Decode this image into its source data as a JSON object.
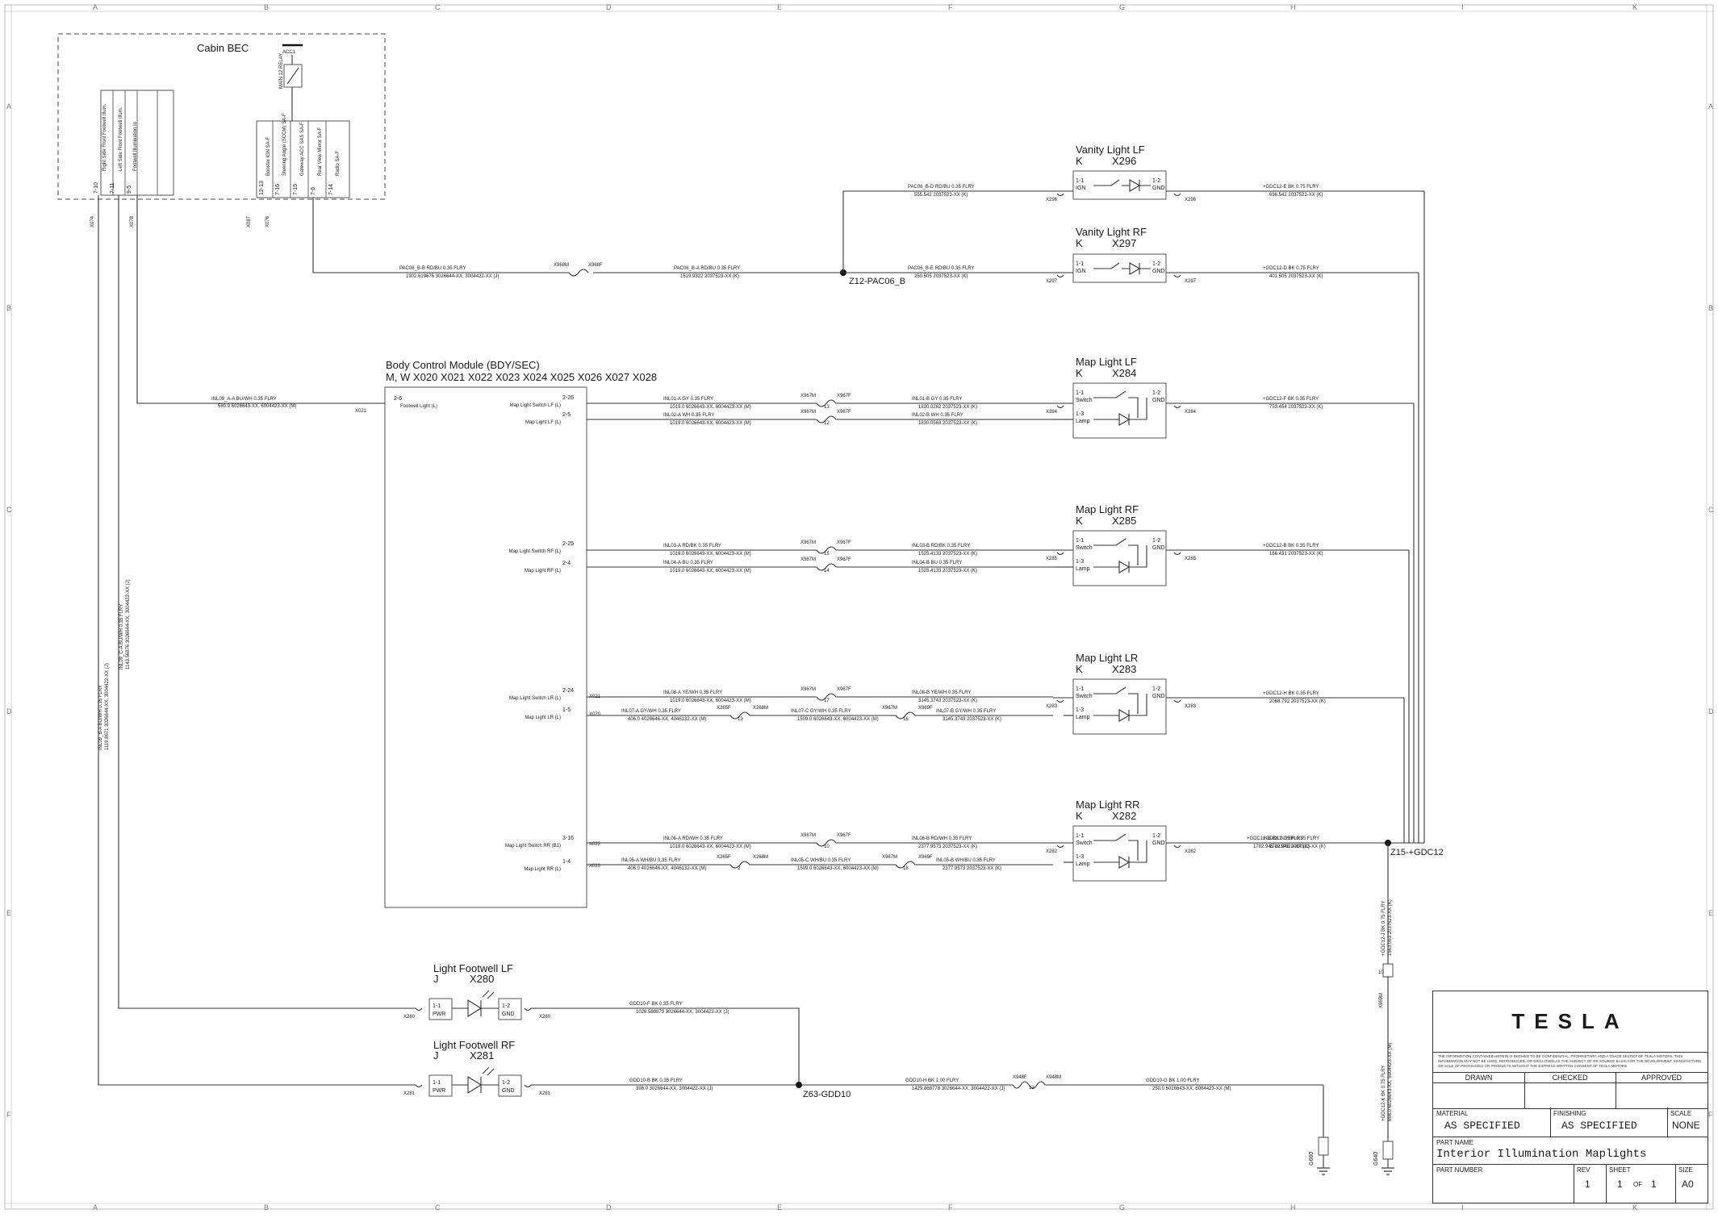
{
  "grid": {
    "columns": [
      "A",
      "B",
      "C",
      "D",
      "E",
      "F",
      "G",
      "H",
      "I",
      "K"
    ],
    "rows": [
      "A",
      "B",
      "C",
      "D",
      "E",
      "F"
    ]
  },
  "cabin_bec": {
    "title": "Cabin BEC",
    "acc_label": "ACC1",
    "relay_label": "MAIN 12 RELAY",
    "pins_left": [
      {
        "pin": "7-10",
        "name": "Right Side Front Footwell Illum."
      },
      {
        "pin": "7-11",
        "name": "Left Side Front Footwell Illum."
      },
      {
        "pin": "9-5",
        "name": "Footwell Illumination In"
      }
    ],
    "pins_right": [
      {
        "pin": "12-13",
        "name": "Booster IGN SA-F"
      },
      {
        "pin": "7-16",
        "name": "Steering Angle (SCCM) SA-F"
      },
      {
        "pin": "7-15",
        "name": "Gateway ACC SAS SA-F"
      },
      {
        "pin": "7-6",
        "name": "Rear View Mirror SA-F"
      },
      {
        "pin": "7-14",
        "name": "Radio SA-F"
      }
    ],
    "conn_left": "X074",
    "conn_mid": "X078",
    "conn_right1": "X087",
    "conn_right2": "X076"
  },
  "bcm": {
    "title": "Body Control Module (BDY/SEC)",
    "subtitle": "M, W    X020   X021   X022   X023   X024   X025   X026   X027   X028",
    "left_pin": "2-6",
    "left_pin_name": "Footwell Light (L)",
    "left_conn": "X021",
    "pins": [
      {
        "pin": "2-26",
        "name": "Map Light Switch LF (L)"
      },
      {
        "pin": "2-5",
        "name": "Map Light LF (L)"
      },
      {
        "pin": "2-25",
        "name": "Map Light Switch RF (L)"
      },
      {
        "pin": "2-4",
        "name": "Map Light RF (L)"
      },
      {
        "pin": "2-24",
        "name": "Map Light Switch LR (L)"
      },
      {
        "pin": "1-5",
        "name": "Map Light LR (L)"
      },
      {
        "pin": "3-16",
        "name": "Map Light Switch RR (B1)"
      },
      {
        "pin": "1-4",
        "name": "Map Light RR (L)"
      }
    ],
    "conn_labels": [
      "X021",
      "X020",
      "X022",
      "X020"
    ]
  },
  "components": [
    {
      "title": "Vanity Light LF",
      "code": "K",
      "conn": "X296",
      "p1": "1-1",
      "p1n": "IGN",
      "p2": "1-2",
      "p2n": "GND"
    },
    {
      "title": "Vanity Light RF",
      "code": "K",
      "conn": "X297",
      "p1": "1-1",
      "p1n": "IGN",
      "p2": "1-2",
      "p2n": "GND"
    },
    {
      "title": "Map Light LF",
      "code": "K",
      "conn": "X284",
      "p1": "1-1",
      "p1n": "Switch",
      "p3": "1-3",
      "p3n": "Lamp",
      "p2": "1-2",
      "p2n": "GND"
    },
    {
      "title": "Map Light RF",
      "code": "K",
      "conn": "X285",
      "p1": "1-1",
      "p1n": "Switch",
      "p3": "1-3",
      "p3n": "Lamp",
      "p2": "1-2",
      "p2n": "GND"
    },
    {
      "title": "Map Light LR",
      "code": "K",
      "conn": "X283",
      "p1": "1-1",
      "p1n": "Switch",
      "p3": "1-3",
      "p3n": "Lamp",
      "p2": "1-2",
      "p2n": "GND"
    },
    {
      "title": "Map Light RR",
      "code": "K",
      "conn": "X282",
      "p1": "1-1",
      "p1n": "Switch",
      "p3": "1-3",
      "p3n": "Lamp",
      "p2": "1-2",
      "p2n": "GND"
    }
  ],
  "footwell": [
    {
      "title": "Light Footwell LF",
      "code": "J",
      "conn": "X280",
      "p1": "1-1",
      "p1n": "PWR",
      "p2": "1-2",
      "p2n": "GND"
    },
    {
      "title": "Light Footwell RF",
      "code": "J",
      "conn": "X281",
      "p1": "1-1",
      "p1n": "PWR",
      "p2": "1-2",
      "p2n": "GND"
    }
  ],
  "splices": {
    "z12": "Z12-PAC06_B",
    "z15": "Z15-+GDC12",
    "z63": "Z63-GDD10"
  },
  "grounds": {
    "g660": "G660",
    "g640": "G640"
  },
  "wires": {
    "pac_b": [
      "PAC06_B-B  RD/BU  0.35  FLRY",
      "1902.619676  3026644-XX, 3004422-XX (J)"
    ],
    "pac_a": [
      "PAC06_B-A  RD/BU  0.35  FLRY",
      "1519.9322  2037523-XX (K)"
    ],
    "pac_d": [
      "PAC06_B-D  RD/BU  0.35  FLRY",
      "555.542  2037523-XX (K)"
    ],
    "pac_e": [
      "PAC06_B-E  RD/BU  0.35  FLRY",
      "250.505  2037523-XX (K)"
    ],
    "x968m": "X968M",
    "x968f": "X968F",
    "gdc_e": [
      "+GDC12-E  BK  0.75  FLRY",
      "696.542  2037523-XX (K)"
    ],
    "gdc_d": [
      "+GDC12-D  BK  0.75  FLRY",
      "401.505  2037523-XX (K)"
    ],
    "gdc_f": [
      "+GDC12-F  BK  0.35  FLRY",
      "753.454  2037523-XX (K)"
    ],
    "gdc_b": [
      "+GDC12-B  BK  0.35  FLRY",
      "166.431  2037523-XX (K)"
    ],
    "gdc_h": [
      "+GDC12-H  BK  0.35  FLRY",
      "2068.792  2037523-XX (K)"
    ],
    "gdc_g": [
      "+GDC12-G  BK  0.35  FLRY",
      "1782.945  2037523-XX (K)"
    ],
    "inl09": [
      "INL09_A-A  BU/WH  0.35  FLRY",
      "580.9  6026643-XX, 6004423-XX (M)"
    ],
    "lf1": [
      "INL01-A  GY  0.35  FLRY",
      "1019.0  6026643-XX, 6004423-XX (M)"
    ],
    "lf2": [
      "INL02-A  WH  0.35  FLRY",
      "1019.0  6026643-XX, 6004423-XX (M)"
    ],
    "lf1b": [
      "INL01-B  GY  0.35  FLRY",
      "1830.0262  2037523-XX (K)"
    ],
    "lf2b": [
      "INL02-B  WH  0.35  FLRY",
      "1830.0563  2037523-XX (K)"
    ],
    "rf1": [
      "INL03-A  RD/BK  0.35  FLRY",
      "1019.0  6026643-XX, 6004423-XX (M)"
    ],
    "rf2": [
      "INL04-A  BU  0.35  FLRY",
      "1019.0  6026643-XX, 6004423-XX (M)"
    ],
    "rf1b": [
      "INL03-B  RD/BK  0.35  FLRY",
      "1525.4133  2037523-XX (K)"
    ],
    "rf2b": [
      "INL04-B  BU  0.35  FLRY",
      "1525.4133  2037523-XX (K)"
    ],
    "lr1": [
      "INL08-A  YE/WH  0.35  FLRY",
      "1019.0  6026643-XX, 6004423-XX (M)"
    ],
    "lr2a": [
      "INL07-A  GY/WH  0.35  FLRY",
      "406.0  4026646-XX, 4046132-XX (M)"
    ],
    "lr2c": [
      "INL07-C  GY/WH  0.35  FLRY",
      "1509.0  6026643-XX, 6004423-XX (M)"
    ],
    "lr1b": [
      "INL08-B  YE/WH  0.35  FLRY",
      "3145.3743  2037523-XX (K)"
    ],
    "lr2b": [
      "INL07-B  GY/WH  0.35  FLRY",
      "3145.3743  2037523-XX (K)"
    ],
    "rr1": [
      "INL06-A  RD/WH  0.35  FLRY",
      "1018.0  6026643-XX, 6004423-XX (M)"
    ],
    "rr2a": [
      "INL05-A  WH/BU  0.35  FLRY",
      "406.0  4026646-XX, 4046132-XX (M)"
    ],
    "rr2c": [
      "INL05-C  WH/BU  0.35  FLRY",
      "1509.0  6026643-XX, 6004423-XX (M)"
    ],
    "rr1b": [
      "INL06-B  RD/WH  0.35  FLRY",
      "2377.9573  2037523-XX (K)"
    ],
    "rr2b": [
      "INL05-B  WH/BU  0.35  FLRY",
      "2377.9573  2037523-XX (K)"
    ],
    "gdd_f": [
      "GDD10-F  BK  0.35  FLRY",
      "1026.568879  3026644-XX, 3004422-XX (J)"
    ],
    "gdd_b": [
      "GDD10-B  BK  0.35  FLRY",
      "398.0  3026644-XX, 3004422-XX (J)"
    ],
    "gdd_h": [
      "GDD10-H  BK  1.00  FLRY",
      "1429.868778  3026644-XX, 3004422-XX (J)"
    ],
    "gdd_g": [
      "GDD10-G  BK  1.00  FLRY",
      "250.0  6026643-XX, 6004423-XX (M)"
    ],
    "gdc_j": [
      "+GDC12-J  BK  0.75  FLRY",
      "1563.063  2037523-XX (K)"
    ],
    "gdc_k": [
      "+GDC12-K  BK  0.75  FLRY",
      "668.0  6026643-XX, 6004423-XX (M)"
    ],
    "inl09b": [
      "INL09_B-A  BU/WH  0.35  FLRY",
      "1119.8671  3026644-XX, 3004422-XX (J)"
    ],
    "inl09c": [
      "INL09_C-A  BU/WH  0.35  FLRY",
      "1143.56876  3026644-XX, 3004422-XX (J)"
    ]
  },
  "inline": {
    "x967m": "X967M",
    "x967f": "X967F",
    "x265f": "X265F",
    "x268m": "X268M",
    "x969f": "X969F",
    "x948f": "X948F",
    "x948m": "X948M",
    "x969m": "X969M",
    "x967m2": "X967M",
    "x969f2": "X969F",
    "p13": "13",
    "p12": "12",
    "p15": "15",
    "p14": "14",
    "p17": "17",
    "p16": "16",
    "p10": "10",
    "p18": "18",
    "p2": "2",
    "p10b": "10"
  },
  "title_block": {
    "logo": "TESLA",
    "notice": "THE INFORMATION CONTAINED HEREIN IS DEEMED TO BE CONFIDENTIAL, PROPRIETARY, AND A TRADE SECRET OF TESLA MOTORS. THIS INFORMATION MAY NOT BE USED, REPRODUCED, OR DISCLOSED AS THE SUBJECT OF OR SOURCE BASIS FOR THE DEVELOPMENT, MANUFACTURE, OR SALE OF PROCESSES OR PRODUCTS WITHOUT THE EXPRESS WRITTEN CONSENT OF TESLA MOTORS.",
    "drawn": "DRAWN",
    "checked": "CHECKED",
    "approved": "APPROVED",
    "material_label": "MATERIAL",
    "material": "AS SPECIFIED",
    "finishing_label": "FINISHING",
    "finishing": "AS SPECIFIED",
    "scale_label": "SCALE",
    "scale": "NONE",
    "part_name_label": "PART NAME",
    "part_name": "Interior Illumination Maplights",
    "part_number_label": "PART NUMBER",
    "rev_label": "REV",
    "rev": "1",
    "sheet_label": "SHEET",
    "sheet": "1",
    "of_label": "OF",
    "sheets": "1",
    "size_label": "SIZE",
    "size": "A0"
  }
}
